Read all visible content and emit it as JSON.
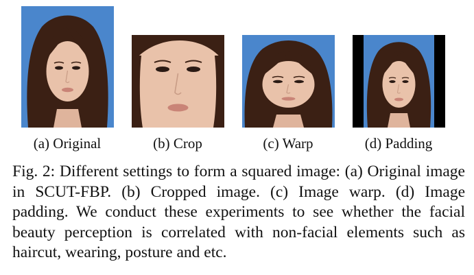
{
  "colors": {
    "background_blue": "#4a86cc",
    "hair": "#3b2014",
    "skin": "#e9c2aa",
    "lips": "#c98477",
    "padding_bar": "#000000"
  },
  "figure": {
    "panels": [
      {
        "key": "original",
        "label": "(a) Original"
      },
      {
        "key": "crop",
        "label": "(b) Crop"
      },
      {
        "key": "warp",
        "label": "(c) Warp"
      },
      {
        "key": "padding",
        "label": "(d) Padding"
      }
    ],
    "caption": "Fig. 2: Different settings to form a squared image: (a) Original image in SCUT-FBP. (b) Cropped image. (c) Image warp. (d) Image padding. We conduct these experiments to see whether the facial beauty perception is correlated with non-facial elements such as haircut, wearing, posture and etc."
  }
}
